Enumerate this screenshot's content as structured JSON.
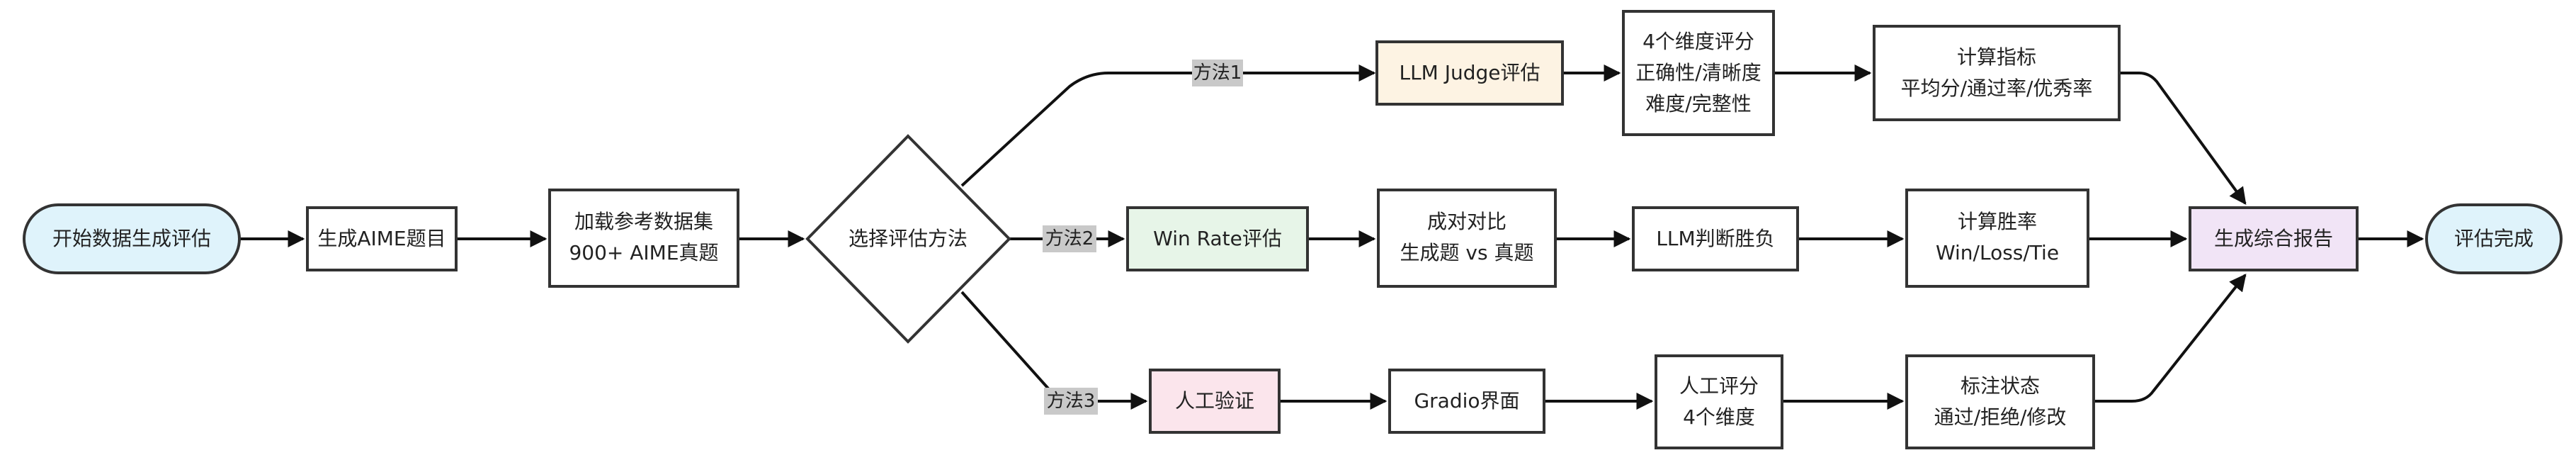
{
  "nodes": {
    "start": {
      "lines": [
        "开始数据生成评估"
      ],
      "fill": "#dff3fb"
    },
    "gen_aime": {
      "lines": [
        "生成AIME题目"
      ],
      "fill": "#ffffff"
    },
    "load_ref": {
      "lines": [
        "加载参考数据集",
        "900+ AIME真题"
      ],
      "fill": "#ffffff"
    },
    "choose": {
      "lines": [
        "选择评估方法"
      ],
      "fill": "#ffffff"
    },
    "llm_judge": {
      "lines": [
        "LLM Judge评估"
      ],
      "fill": "#fdf3e3"
    },
    "dims4": {
      "lines": [
        "4个维度评分",
        "正确性/清晰度",
        "难度/完整性"
      ],
      "fill": "#ffffff"
    },
    "metrics": {
      "lines": [
        "计算指标",
        "平均分/通过率/优秀率"
      ],
      "fill": "#ffffff"
    },
    "win_rate": {
      "lines": [
        "Win Rate评估"
      ],
      "fill": "#e7f5e8"
    },
    "pair": {
      "lines": [
        "成对对比",
        "生成题 vs 真题"
      ],
      "fill": "#ffffff"
    },
    "llm_decide": {
      "lines": [
        "LLM判断胜负"
      ],
      "fill": "#ffffff"
    },
    "winrate_calc": {
      "lines": [
        "计算胜率",
        "Win/Loss/Tie"
      ],
      "fill": "#ffffff"
    },
    "human": {
      "lines": [
        "人工验证"
      ],
      "fill": "#fbe5ec"
    },
    "gradio": {
      "lines": [
        "Gradio界面"
      ],
      "fill": "#ffffff"
    },
    "human_score": {
      "lines": [
        "人工评分",
        "4个维度"
      ],
      "fill": "#ffffff"
    },
    "label_status": {
      "lines": [
        "标注状态",
        "通过/拒绝/修改"
      ],
      "fill": "#ffffff"
    },
    "report": {
      "lines": [
        "生成综合报告"
      ],
      "fill": "#f1e4f6"
    },
    "done": {
      "lines": [
        "评估完成"
      ],
      "fill": "#dff3fb"
    }
  },
  "edge_labels": {
    "method1": "方法1",
    "method2": "方法2",
    "method3": "方法3"
  }
}
